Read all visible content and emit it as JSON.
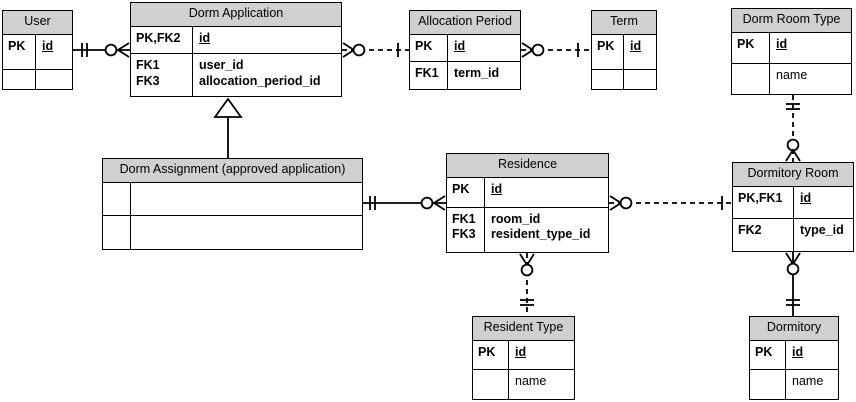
{
  "diagram": {
    "type": "entity-relationship-diagram",
    "notation": "crows-foot",
    "title_bar_color": "#d0d0d0",
    "background_color": "#ffffff",
    "line_color": "#000000"
  },
  "entities": [
    {
      "id": "user",
      "name": "User",
      "rows": [
        {
          "key": "PK",
          "value": "id",
          "style": "pk"
        },
        {
          "key": "",
          "value": "",
          "style": "plain"
        }
      ]
    },
    {
      "id": "dorm_application",
      "name": "Dorm Application",
      "rows": [
        {
          "key": "PK,FK2",
          "value": "id",
          "style": "pk"
        },
        {
          "key": "FK1\nFK3",
          "value": "user_id\nallocation_period_id",
          "style": "bold"
        }
      ]
    },
    {
      "id": "allocation_period",
      "name": "Allocation Period",
      "rows": [
        {
          "key": "PK",
          "value": "id",
          "style": "pk"
        },
        {
          "key": "FK1",
          "value": "term_id",
          "style": "bold"
        }
      ]
    },
    {
      "id": "term",
      "name": "Term",
      "rows": [
        {
          "key": "PK",
          "value": "id",
          "style": "pk"
        },
        {
          "key": "",
          "value": "",
          "style": "plain"
        }
      ]
    },
    {
      "id": "dorm_room_type",
      "name": "Dorm Room Type",
      "rows": [
        {
          "key": "PK",
          "value": "id",
          "style": "pk"
        },
        {
          "key": "",
          "value": "name",
          "style": "plain"
        }
      ]
    },
    {
      "id": "dorm_assignment",
      "name": "Dorm Assignment (approved application)",
      "rows": [
        {
          "key": "",
          "value": "",
          "style": "plain"
        },
        {
          "key": "",
          "value": "",
          "style": "plain"
        }
      ]
    },
    {
      "id": "residence",
      "name": "Residence",
      "rows": [
        {
          "key": "PK",
          "value": "id",
          "style": "pk"
        },
        {
          "key": "FK1\nFK3",
          "value": "room_id\nresident_type_id",
          "style": "bold"
        }
      ]
    },
    {
      "id": "dormitory_room",
      "name": "Dormitory Room",
      "rows": [
        {
          "key": "PK,FK1",
          "value": "id",
          "style": "pk"
        },
        {
          "key": "FK2",
          "value": "type_id",
          "style": "bold"
        }
      ]
    },
    {
      "id": "resident_type",
      "name": "Resident Type",
      "rows": [
        {
          "key": "PK",
          "value": "id",
          "style": "pk"
        },
        {
          "key": "",
          "value": "name",
          "style": "plain"
        }
      ]
    },
    {
      "id": "dormitory",
      "name": "Dormitory",
      "rows": [
        {
          "key": "PK",
          "value": "id",
          "style": "pk"
        },
        {
          "key": "",
          "value": "name",
          "style": "plain"
        }
      ]
    }
  ],
  "relationships": [
    {
      "id": "user-dorm-application",
      "from": "user",
      "to": "dorm_application",
      "line": "solid",
      "from_cardinality": "one-mandatory",
      "to_cardinality": "zero-or-many"
    },
    {
      "id": "dorm-application-allocation-period",
      "from": "dorm_application",
      "to": "allocation_period",
      "line": "dashed",
      "from_cardinality": "zero-or-many",
      "to_cardinality": "one-mandatory"
    },
    {
      "id": "allocation-period-term",
      "from": "allocation_period",
      "to": "term",
      "line": "dashed",
      "from_cardinality": "zero-or-many",
      "to_cardinality": "one-mandatory"
    },
    {
      "id": "dorm-application-dorm-assignment",
      "from": "dorm_application",
      "to": "dorm_assignment",
      "line": "solid",
      "type": "generalization"
    },
    {
      "id": "dorm-assignment-residence",
      "from": "dorm_assignment",
      "to": "residence",
      "line": "solid",
      "from_cardinality": "one-mandatory",
      "to_cardinality": "zero-or-many"
    },
    {
      "id": "residence-dormitory-room",
      "from": "residence",
      "to": "dormitory_room",
      "line": "dashed",
      "from_cardinality": "zero-or-many",
      "to_cardinality": "one-mandatory"
    },
    {
      "id": "dorm-room-type-dormitory-room",
      "from": "dorm_room_type",
      "to": "dormitory_room",
      "line": "dashed",
      "from_cardinality": "one-mandatory",
      "to_cardinality": "zero-or-many"
    },
    {
      "id": "residence-resident-type",
      "from": "residence",
      "to": "resident_type",
      "line": "dashed",
      "from_cardinality": "zero-or-many",
      "to_cardinality": "one-mandatory"
    },
    {
      "id": "dormitory-room-dormitory",
      "from": "dormitory_room",
      "to": "dormitory",
      "line": "solid",
      "from_cardinality": "zero-or-many",
      "to_cardinality": "one-mandatory"
    }
  ]
}
